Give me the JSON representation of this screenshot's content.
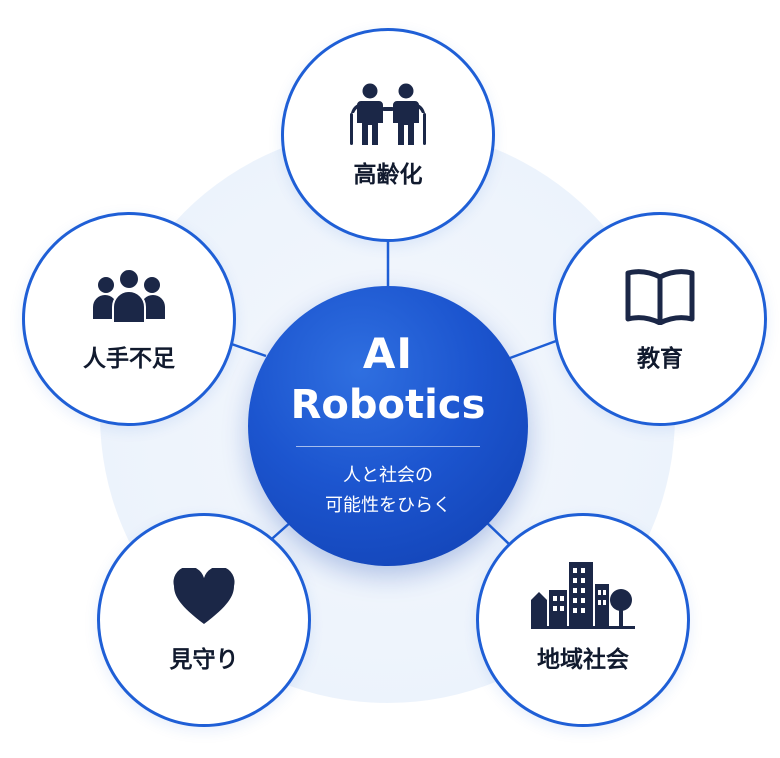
{
  "center": {
    "title_line1": "AI",
    "title_line2": "Robotics",
    "tagline_line1": "人と社会の",
    "tagline_line2": "可能性をひらく"
  },
  "nodes": [
    {
      "id": "aging",
      "label": "高齢化",
      "icon": "elderly-couple-icon"
    },
    {
      "id": "education",
      "label": "教育",
      "icon": "open-book-icon"
    },
    {
      "id": "labor",
      "label": "人手不足",
      "icon": "people-group-icon"
    },
    {
      "id": "watch",
      "label": "見守り",
      "icon": "heart-icon"
    },
    {
      "id": "community",
      "label": "地域社会",
      "icon": "city-buildings-icon"
    }
  ],
  "colors": {
    "accent": "#1f5fd6",
    "center_fill": "#1c55cf",
    "icon_dark": "#1b2747",
    "backdrop": "#eef4fc"
  }
}
